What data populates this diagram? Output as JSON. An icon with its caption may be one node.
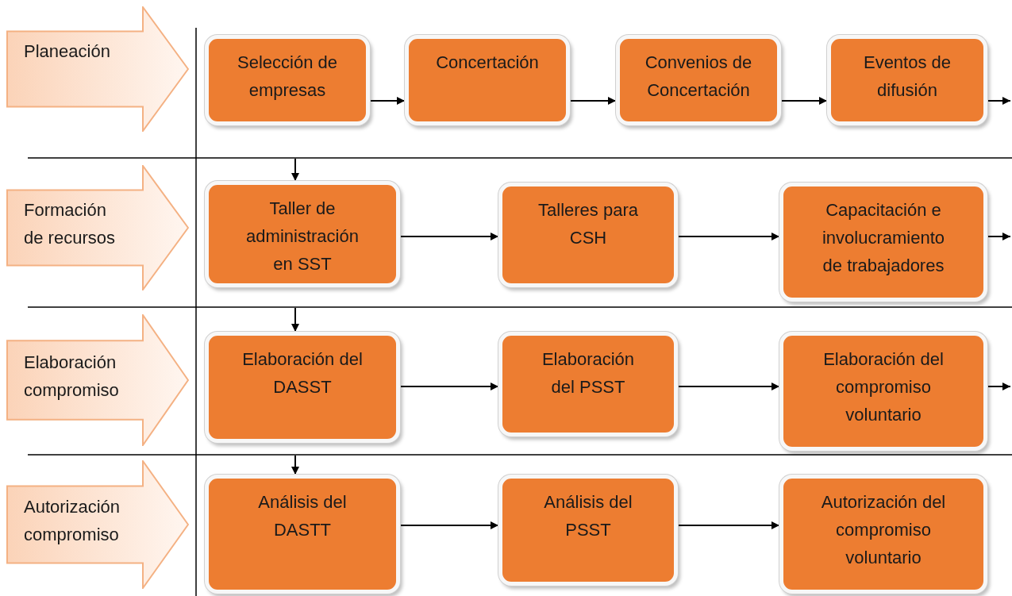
{
  "diagram": {
    "nodes": [
      {
        "text": [
          "Planeación"
        ]
      },
      {
        "text": [
          "Selección de empresas"
        ]
      },
      {
        "text": [
          "Concertación"
        ]
      },
      {
        "text": [
          "Convenios de Concertación"
        ]
      },
      {
        "text": [
          "Eventos de difusión"
        ]
      },
      {
        "text": [
          "Formación de recursos"
        ]
      },
      {
        "text": [
          "Taller de administración en SST"
        ]
      },
      {
        "text": [
          "Talleres para CSH"
        ]
      },
      {
        "text": [
          "Capacitación e involucramiento de trabajadores"
        ]
      },
      {
        "text": [
          "Elaboración compromiso"
        ]
      },
      {
        "text": [
          "Elaboración del DASST"
        ]
      },
      {
        "text": [
          "Elaboración del PSST"
        ]
      },
      {
        "text": [
          "Elaboración del compromiso voluntario"
        ]
      },
      {
        "text": [
          "Autorización compromiso"
        ]
      },
      {
        "text": [
          "Análisis del DASTT"
        ]
      },
      {
        "text": [
          "Análisis del PSST"
        ]
      },
      {
        "text": [
          "Autorización del compromiso voluntario"
        ]
      }
    ],
    "edges": [
      {
        "from": 1,
        "to": 2,
        "arrow": "to"
      },
      {
        "from": 2,
        "to": 3,
        "arrow": "to"
      },
      {
        "from": 3,
        "to": 4,
        "arrow": "to"
      },
      {
        "from": 4,
        "to": null,
        "arrow": "to"
      },
      {
        "from": null,
        "to": 6,
        "arrow": "to"
      },
      {
        "from": 6,
        "to": 7,
        "arrow": "to"
      },
      {
        "from": 7,
        "to": 8,
        "arrow": "to"
      },
      {
        "from": 8,
        "to": null,
        "arrow": "to"
      },
      {
        "from": null,
        "to": 10,
        "arrow": "to"
      },
      {
        "from": 10,
        "to": 11,
        "arrow": "to"
      },
      {
        "from": 11,
        "to": 12,
        "arrow": "to"
      },
      {
        "from": 12,
        "to": null,
        "arrow": "to"
      },
      {
        "from": null,
        "to": 14,
        "arrow": "to"
      },
      {
        "from": 14,
        "to": 15,
        "arrow": "to"
      },
      {
        "from": 15,
        "to": 16,
        "arrow": "to"
      }
    ]
  }
}
